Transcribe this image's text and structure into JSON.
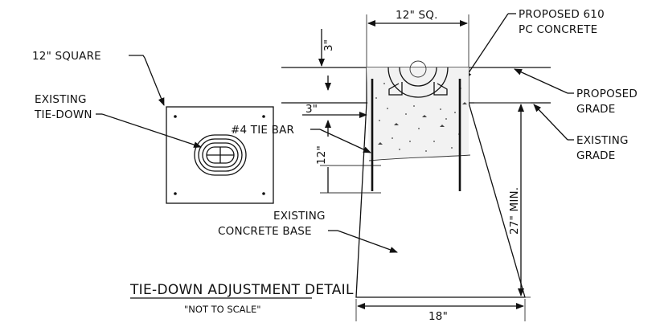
{
  "labels": {
    "square_12": "12\" SQUARE",
    "existing_tie_down_1": "EXISTING",
    "existing_tie_down_2": "TIE-DOWN",
    "sq_12": "12\" SQ.",
    "proposed_610_1": "PROPOSED 610",
    "proposed_610_2": "PC CONCRETE",
    "dim_3_top": "3\"",
    "dim_3_mid": "3\"",
    "dim_12": "12\"",
    "tie_bar": "#4 TIE BAR",
    "proposed_grade_1": "PROPOSED",
    "proposed_grade_2": "GRADE",
    "existing_grade_1": "EXISTING",
    "existing_grade_2": "GRADE",
    "min_27": "27\" MIN.",
    "existing_base_1": "EXISTING",
    "existing_base_2": "CONCRETE BASE",
    "dim_18": "18\""
  },
  "title": "TIE-DOWN ADJUSTMENT DETAIL",
  "subtitle": "\"NOT TO SCALE\""
}
